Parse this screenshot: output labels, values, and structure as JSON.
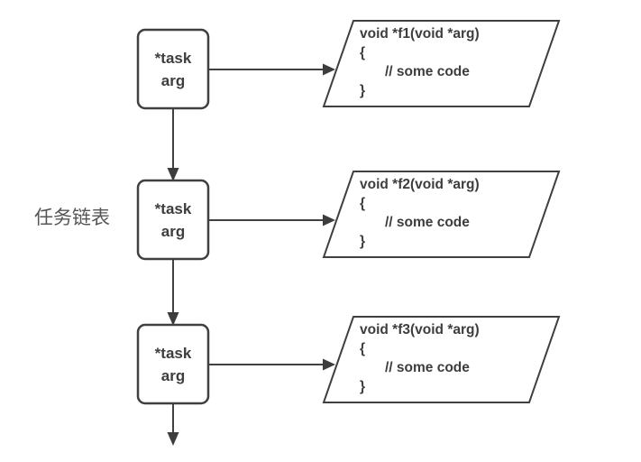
{
  "diagram": {
    "label": "任务链表",
    "nodes": [
      {
        "line1": "*task",
        "line2": "arg"
      },
      {
        "line1": "*task",
        "line2": "arg"
      },
      {
        "line1": "*task",
        "line2": "arg"
      }
    ],
    "functions": [
      {
        "signature": "void *f1(void *arg)",
        "brace_open": "{",
        "body": "// some code",
        "brace_close": "}"
      },
      {
        "signature": "void *f2(void *arg)",
        "brace_open": "{",
        "body": "// some code",
        "brace_close": "}"
      },
      {
        "signature": "void *f3(void *arg)",
        "brace_open": "{",
        "body": "// some code",
        "brace_close": "}"
      }
    ],
    "colors": {
      "stroke": "#404040",
      "text": "#3d3d3d",
      "label_text": "#565656",
      "background": "#ffffff"
    }
  }
}
